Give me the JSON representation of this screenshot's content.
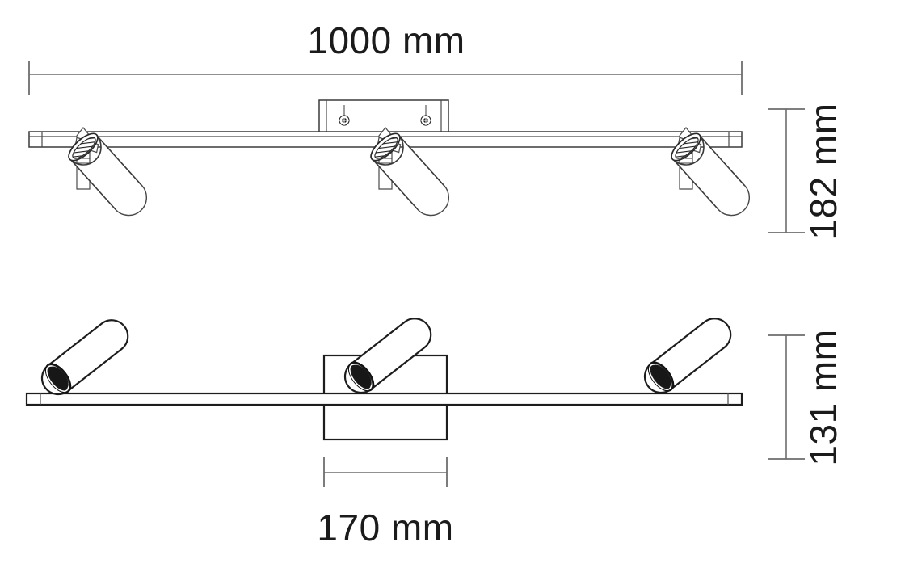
{
  "drawing": {
    "title": "Track spotlight bar technical drawing",
    "background_color": "#ffffff",
    "line_color": "#3a3a3a",
    "dimension_color": "#6d6d6d",
    "text_color": "#1b1b1b",
    "lens_color": "#1a1a1a"
  },
  "dimensions": {
    "overall_length": {
      "label": "1000 mm",
      "value": 1000,
      "unit": "mm",
      "orientation": "horizontal",
      "position": "top"
    },
    "front_height": {
      "label": "182 mm",
      "value": 182,
      "unit": "mm",
      "orientation": "vertical",
      "position": "right-upper"
    },
    "plan_depth": {
      "label": "131 mm",
      "value": 131,
      "unit": "mm",
      "orientation": "vertical",
      "position": "right-lower"
    },
    "canopy_width": {
      "label": "170 mm",
      "value": 170,
      "unit": "mm",
      "orientation": "horizontal",
      "position": "bottom"
    }
  },
  "views": {
    "elevation": {
      "name": "front elevation view",
      "track_bar": "horizontal rail",
      "canopy": "rectangular ceiling mount plate with two screws",
      "spot_count": 3,
      "spots": [
        {
          "name": "spot-left",
          "angle_deg": 40
        },
        {
          "name": "spot-center",
          "angle_deg": 40
        },
        {
          "name": "spot-right",
          "angle_deg": 40
        }
      ]
    },
    "plan": {
      "name": "plan / top view",
      "track_bar": "horizontal rail",
      "canopy": "square ceiling mount plate",
      "spot_count": 3,
      "spots": [
        {
          "name": "spot-left",
          "angle_deg": -38
        },
        {
          "name": "spot-center",
          "angle_deg": -38
        },
        {
          "name": "spot-right",
          "angle_deg": -38
        }
      ]
    }
  }
}
